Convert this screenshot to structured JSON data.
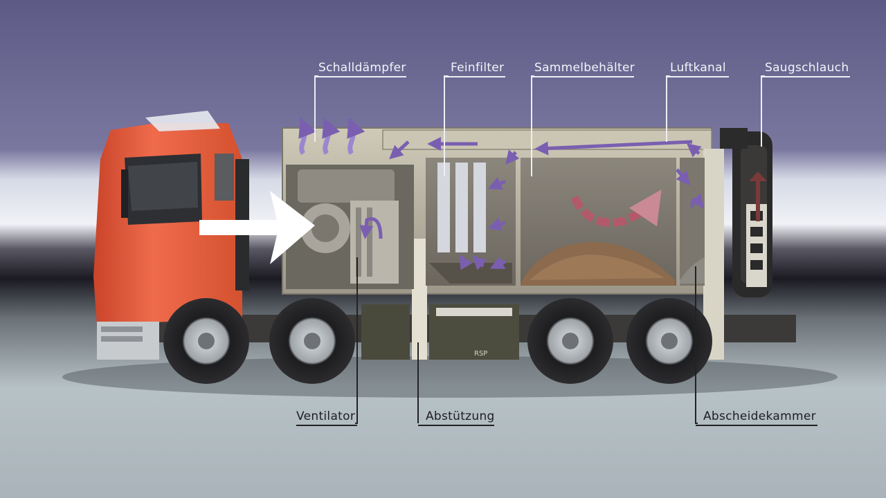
{
  "labels": {
    "schalldaempfer": "Schalldämpfer",
    "feinfilter": "Feinfilter",
    "sammelbehaelter": "Sammelbehälter",
    "luftkanal": "Luftkanal",
    "saugschlauch": "Saugschlauch",
    "ventilator": "Ventilator",
    "abstuetzung": "Abstützung",
    "abscheidekammer": "Abscheidekammer"
  },
  "truck_badge": "RSP",
  "colors": {
    "sky_top": "#6c6996",
    "horizon": "#e6e8f0",
    "floor": "#b9c3c8",
    "cab": "#e3573a",
    "body": "#bdb8a6",
    "body_dark": "#6f6b5f",
    "airflow_arrow": "#7a5fb0",
    "debris_arrow": "#a3545f"
  },
  "icons": [
    "exhaust-arrow-icon",
    "airflow-arrow-icon",
    "suction-arrow-icon",
    "inflow-arrow-icon"
  ]
}
